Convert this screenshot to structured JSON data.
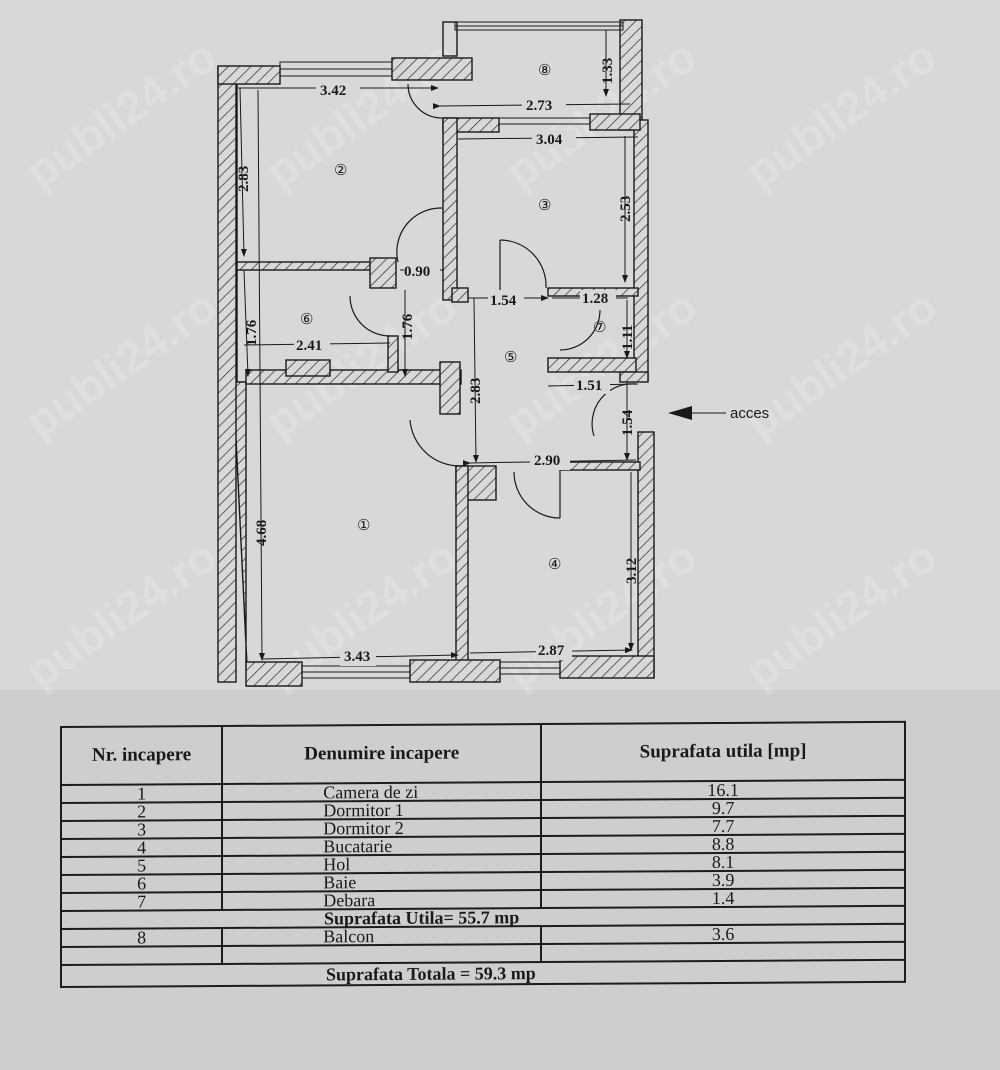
{
  "floorplan": {
    "rooms": [
      {
        "id": "1",
        "label": "①"
      },
      {
        "id": "2",
        "label": "②"
      },
      {
        "id": "3",
        "label": "③"
      },
      {
        "id": "4",
        "label": "④"
      },
      {
        "id": "5",
        "label": "⑤"
      },
      {
        "id": "6",
        "label": "⑥"
      },
      {
        "id": "7",
        "label": "⑦"
      },
      {
        "id": "8",
        "label": "⑧"
      }
    ],
    "dimensions": {
      "room2_width": "3.42",
      "room2_height": "2.83",
      "room8_width": "2.73",
      "room8_height": "1.33",
      "room3_width": "3.04",
      "room3_height": "2.53",
      "door_width": "0.90",
      "hall_upper_width": "1.54",
      "room7_width": "1.28",
      "room7_height": "1.11",
      "room6_height_left": "1.76",
      "room6_height_right": "1.76",
      "room6_width": "2.41",
      "hall_height": "2.83",
      "hall_lower_width": "1.51",
      "entrance_width": "1.54",
      "hall_bottom_width": "2.90",
      "room1_height": "4.68",
      "room1_width": "3.43",
      "room4_width": "2.87",
      "room4_height": "3.12"
    },
    "access_label": "acces",
    "watermark": "publi24.ro"
  },
  "table": {
    "headers": {
      "nr": "Nr. incapere",
      "name": "Denumire incapere",
      "area": "Suprafata utila [mp]"
    },
    "rows": [
      {
        "nr": "1",
        "name": "Camera de zi",
        "area": "16.1"
      },
      {
        "nr": "2",
        "name": "Dormitor 1",
        "area": "9.7"
      },
      {
        "nr": "3",
        "name": "Dormitor 2",
        "area": "7.7"
      },
      {
        "nr": "4",
        "name": "Bucatarie",
        "area": "8.8"
      },
      {
        "nr": "5",
        "name": "Hol",
        "area": "8.1"
      },
      {
        "nr": "6",
        "name": "Baie",
        "area": "3.9"
      },
      {
        "nr": "7",
        "name": "Debara",
        "area": "1.4"
      }
    ],
    "useful_total": "Suprafata Utila= 55.7 mp",
    "balcony": {
      "nr": "8",
      "name": "Balcon",
      "area": "3.6"
    },
    "grand_total": "Suprafata Totala = 59.3 mp"
  }
}
